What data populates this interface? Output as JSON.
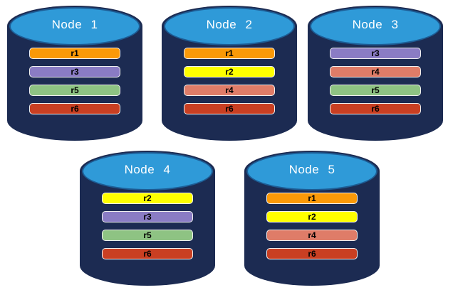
{
  "diagram": {
    "description": "Five database nodes, each storing four replicas",
    "colors": {
      "cylinder_body": "#1C2B52",
      "cylinder_top": "#2F9AD8",
      "cylinder_top_stroke": "#1D5C94",
      "title_text": "#ffffff",
      "replica_palette": {
        "r1": "#FA9908",
        "r2": "#FFFF00",
        "r3": "#8A7CC4",
        "r4": "#DF7C68",
        "r5": "#8EC383",
        "r6": "#C93F22"
      }
    }
  },
  "nodes": [
    {
      "label": "Node 1",
      "replicas": [
        {
          "label": "r1",
          "color": "#FA9908"
        },
        {
          "label": "r3",
          "color": "#8A7CC4"
        },
        {
          "label": "r5",
          "color": "#8EC383"
        },
        {
          "label": "r6",
          "color": "#C93F22"
        }
      ]
    },
    {
      "label": "Node 2",
      "replicas": [
        {
          "label": "r1",
          "color": "#FA9908"
        },
        {
          "label": "r2",
          "color": "#FFFF00"
        },
        {
          "label": "r4",
          "color": "#DF7C68"
        },
        {
          "label": "r6",
          "color": "#C93F22"
        }
      ]
    },
    {
      "label": "Node 3",
      "replicas": [
        {
          "label": "r3",
          "color": "#8A7CC4"
        },
        {
          "label": "r4",
          "color": "#DF7C68"
        },
        {
          "label": "r5",
          "color": "#8EC383"
        },
        {
          "label": "r6",
          "color": "#C93F22"
        }
      ]
    },
    {
      "label": "Node 4",
      "replicas": [
        {
          "label": "r2",
          "color": "#FFFF00"
        },
        {
          "label": "r3",
          "color": "#8A7CC4"
        },
        {
          "label": "r5",
          "color": "#8EC383"
        },
        {
          "label": "r6",
          "color": "#C93F22"
        }
      ]
    },
    {
      "label": "Node 5",
      "replicas": [
        {
          "label": "r1",
          "color": "#FA9908"
        },
        {
          "label": "r2",
          "color": "#FFFF00"
        },
        {
          "label": "r4",
          "color": "#DF7C68"
        },
        {
          "label": "r6",
          "color": "#C93F22"
        }
      ]
    }
  ]
}
